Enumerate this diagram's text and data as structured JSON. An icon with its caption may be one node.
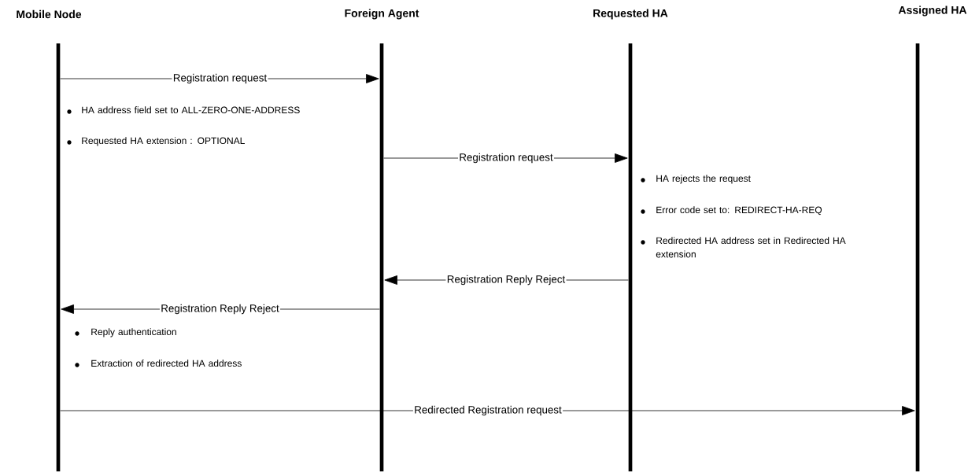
{
  "diagram": {
    "nodes": [
      {
        "text": [
          "Mobile Node"
        ]
      },
      {
        "text": [
          "Foreign Agent"
        ]
      },
      {
        "text": [
          "Requested HA"
        ]
      },
      {
        "text": [
          "Assigned HA"
        ]
      }
    ],
    "edges": [
      {
        "from": 0,
        "to": 1,
        "arrow": "to",
        "label": "Registration request"
      },
      {
        "from": 1,
        "to": 2,
        "arrow": "to",
        "label": "Registration request"
      },
      {
        "from": 2,
        "to": 1,
        "arrow": "to",
        "label": "Registration Reply Reject"
      },
      {
        "from": 1,
        "to": 0,
        "arrow": "to",
        "label": "Registration Reply Reject"
      },
      {
        "from": 0,
        "to": 3,
        "arrow": "to",
        "label": "Redirected Registration request"
      }
    ],
    "labels": [
      "HA address field set to ALL-ZERO-ONE-ADDRESS",
      "Requested HA extension : OPTIONAL",
      "HA rejects the request",
      "Error code set to: REDIRECT-HA-REQ",
      "Redirected HA address set in Redirected HA extension",
      "Reply authentication",
      "Extraction of redirected HA address"
    ]
  }
}
